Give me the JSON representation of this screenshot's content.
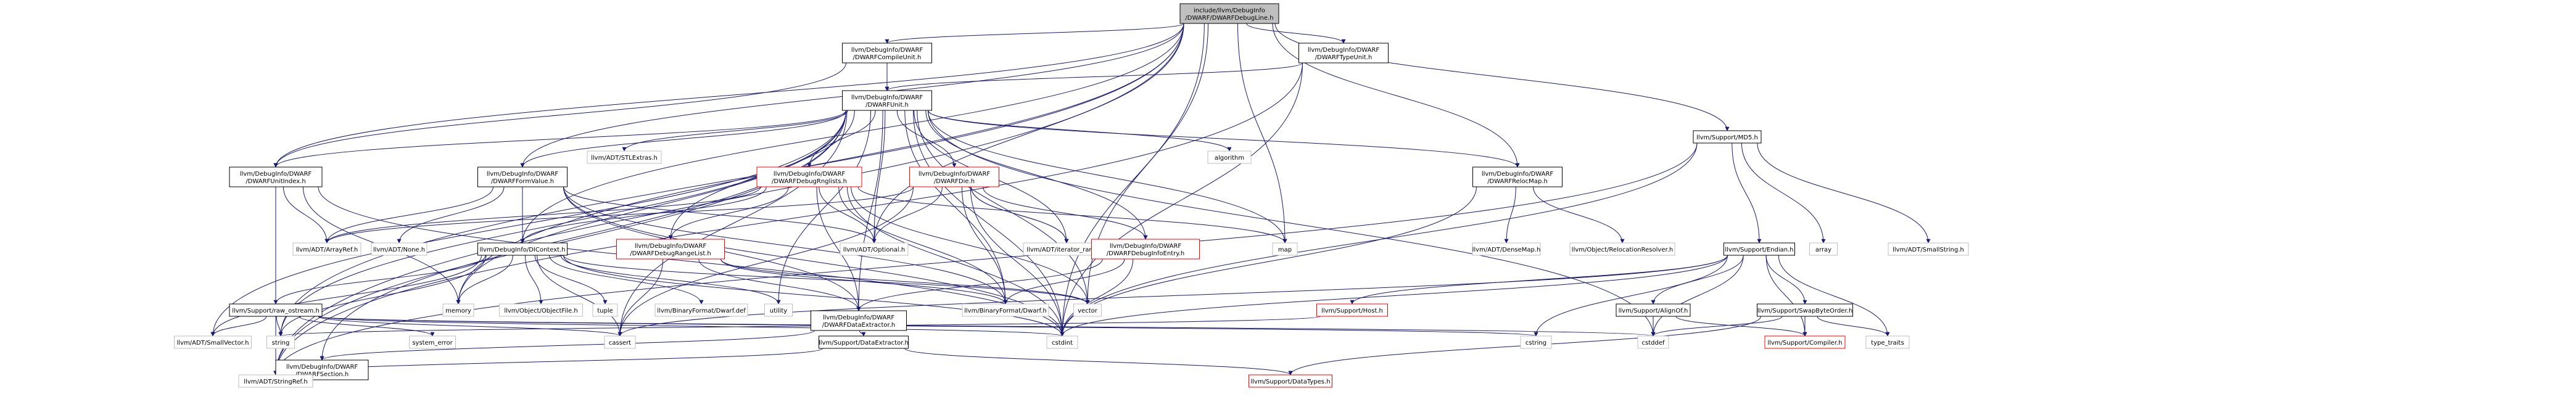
{
  "colors": {
    "edge": "#191970",
    "normal_border": "#000000",
    "missing_border": "#ff0000",
    "root_fill": "#bfbfbf",
    "leaf_border": "#bfbfbf",
    "text": "#000000"
  },
  "nodes": [
    {
      "id": "root",
      "lines": [
        "include/llvm/DebugInfo",
        "/DWARF/DWARFDebugLine.h"
      ],
      "kind": "root"
    },
    {
      "id": "compileunit",
      "lines": [
        "llvm/DebugInfo/DWARF",
        "/DWARFCompileUnit.h"
      ],
      "kind": "normal"
    },
    {
      "id": "typeunit",
      "lines": [
        "llvm/DebugInfo/DWARF",
        "/DWARFTypeUnit.h"
      ],
      "kind": "normal"
    },
    {
      "id": "unit",
      "lines": [
        "llvm/DebugInfo/DWARF",
        "/DWARFUnit.h"
      ],
      "kind": "normal"
    },
    {
      "id": "mdsh",
      "lines": [
        "llvm/Support/MD5.h"
      ],
      "kind": "normal"
    },
    {
      "id": "unitindex",
      "lines": [
        "llvm/DebugInfo/DWARF",
        "/DWARFUnitIndex.h"
      ],
      "kind": "normal"
    },
    {
      "id": "formvalue",
      "lines": [
        "llvm/DebugInfo/DWARF",
        "/DWARFFormValue.h"
      ],
      "kind": "normal"
    },
    {
      "id": "stlextras",
      "lines": [
        "llvm/ADT/STLExtras.h"
      ],
      "kind": "leaf"
    },
    {
      "id": "rnglists",
      "lines": [
        "llvm/DebugInfo/DWARF",
        "/DWARFDebugRnglists.h"
      ],
      "kind": "missing"
    },
    {
      "id": "die",
      "lines": [
        "llvm/DebugInfo/DWARF",
        "/DWARFDie.h"
      ],
      "kind": "missing"
    },
    {
      "id": "algorithm",
      "lines": [
        "algorithm"
      ],
      "kind": "leaf"
    },
    {
      "id": "relocmap",
      "lines": [
        "llvm/DebugInfo/DWARF",
        "/DWARFRelocMap.h"
      ],
      "kind": "normal"
    },
    {
      "id": "arrayref",
      "lines": [
        "llvm/ADT/ArrayRef.h"
      ],
      "kind": "leaf"
    },
    {
      "id": "none",
      "lines": [
        "llvm/ADT/None.h"
      ],
      "kind": "leaf"
    },
    {
      "id": "dicontext",
      "lines": [
        "llvm/DebugInfo/DIContext.h"
      ],
      "kind": "normal"
    },
    {
      "id": "optional",
      "lines": [
        "llvm/ADT/Optional.h"
      ],
      "kind": "leaf"
    },
    {
      "id": "rangelist",
      "lines": [
        "llvm/DebugInfo/DWARF",
        "/DWARFDebugRangeList.h"
      ],
      "kind": "missing"
    },
    {
      "id": "iterrange",
      "lines": [
        "llvm/ADT/iterator_range.h"
      ],
      "kind": "leaf"
    },
    {
      "id": "infoentry",
      "lines": [
        "llvm/DebugInfo/DWARF",
        "/DWARFDebugInfoEntry.h"
      ],
      "kind": "missing"
    },
    {
      "id": "map",
      "lines": [
        "map"
      ],
      "kind": "leaf"
    },
    {
      "id": "densemap",
      "lines": [
        "llvm/ADT/DenseMap.h"
      ],
      "kind": "leaf"
    },
    {
      "id": "relocresolver",
      "lines": [
        "llvm/Object/RelocationResolver.h"
      ],
      "kind": "leaf"
    },
    {
      "id": "endian",
      "lines": [
        "llvm/Support/Endian.h"
      ],
      "kind": "normal"
    },
    {
      "id": "array",
      "lines": [
        "array"
      ],
      "kind": "leaf"
    },
    {
      "id": "smallstring",
      "lines": [
        "llvm/ADT/SmallString.h"
      ],
      "kind": "leaf"
    },
    {
      "id": "rawostream",
      "lines": [
        "llvm/Support/raw_ostream.h"
      ],
      "kind": "normal"
    },
    {
      "id": "memory",
      "lines": [
        "memory"
      ],
      "kind": "leaf"
    },
    {
      "id": "objectfile",
      "lines": [
        "llvm/Object/ObjectFile.h"
      ],
      "kind": "leaf"
    },
    {
      "id": "tuple",
      "lines": [
        "tuple"
      ],
      "kind": "leaf"
    },
    {
      "id": "dwarfdef",
      "lines": [
        "llvm/BinaryFormat/Dwarf.def"
      ],
      "kind": "leaf"
    },
    {
      "id": "utility",
      "lines": [
        "utility"
      ],
      "kind": "leaf"
    },
    {
      "id": "dataextractor",
      "lines": [
        "llvm/DebugInfo/DWARF",
        "/DWARFDataExtractor.h"
      ],
      "kind": "normal"
    },
    {
      "id": "dwarfh",
      "lines": [
        "llvm/BinaryFormat/Dwarf.h"
      ],
      "kind": "leaf"
    },
    {
      "id": "vector",
      "lines": [
        "vector"
      ],
      "kind": "leaf"
    },
    {
      "id": "host",
      "lines": [
        "llvm/Support/Host.h"
      ],
      "kind": "missing"
    },
    {
      "id": "alignof",
      "lines": [
        "llvm/Support/AlignOf.h"
      ],
      "kind": "normal"
    },
    {
      "id": "swapbyteorder",
      "lines": [
        "llvm/Support/SwapByteOrder.h"
      ],
      "kind": "normal"
    },
    {
      "id": "smallvector",
      "lines": [
        "llvm/ADT/SmallVector.h"
      ],
      "kind": "leaf"
    },
    {
      "id": "string",
      "lines": [
        "string"
      ],
      "kind": "leaf"
    },
    {
      "id": "systemerror",
      "lines": [
        "system_error"
      ],
      "kind": "leaf"
    },
    {
      "id": "section",
      "lines": [
        "llvm/DebugInfo/DWARF",
        "/DWARFSection.h"
      ],
      "kind": "normal"
    },
    {
      "id": "cassert",
      "lines": [
        "cassert"
      ],
      "kind": "leaf"
    },
    {
      "id": "supportdataextractor",
      "lines": [
        "llvm/Support/DataExtractor.h"
      ],
      "kind": "normal"
    },
    {
      "id": "cstdint",
      "lines": [
        "cstdint"
      ],
      "kind": "leaf"
    },
    {
      "id": "cstring",
      "lines": [
        "cstring"
      ],
      "kind": "leaf"
    },
    {
      "id": "cstddef",
      "lines": [
        "cstddef"
      ],
      "kind": "leaf"
    },
    {
      "id": "compiler",
      "lines": [
        "llvm/Support/Compiler.h"
      ],
      "kind": "missing"
    },
    {
      "id": "typetraits",
      "lines": [
        "type_traits"
      ],
      "kind": "leaf"
    },
    {
      "id": "stringref",
      "lines": [
        "llvm/ADT/StringRef.h"
      ],
      "kind": "leaf"
    },
    {
      "id": "datatypes",
      "lines": [
        "llvm/Support/DataTypes.h"
      ],
      "kind": "missing"
    }
  ],
  "edges": [
    [
      "root",
      "compileunit"
    ],
    [
      "root",
      "typeunit"
    ],
    [
      "root",
      "mdsh"
    ],
    [
      "root",
      "unitindex"
    ],
    [
      "root",
      "formvalue"
    ],
    [
      "root",
      "relocmap"
    ],
    [
      "root",
      "dicontext"
    ],
    [
      "root",
      "optional"
    ],
    [
      "root",
      "map"
    ],
    [
      "root",
      "vector"
    ],
    [
      "root",
      "cstdint"
    ],
    [
      "root",
      "string"
    ],
    [
      "root",
      "stringref"
    ],
    [
      "root",
      "memory"
    ],
    [
      "compileunit",
      "unit"
    ],
    [
      "compileunit",
      "unitindex"
    ],
    [
      "typeunit",
      "unit"
    ],
    [
      "typeunit",
      "cstdint"
    ],
    [
      "typeunit",
      "stringref"
    ],
    [
      "unit",
      "unitindex"
    ],
    [
      "unit",
      "formvalue"
    ],
    [
      "unit",
      "stlextras"
    ],
    [
      "unit",
      "rnglists"
    ],
    [
      "unit",
      "die"
    ],
    [
      "unit",
      "algorithm"
    ],
    [
      "unit",
      "relocmap"
    ],
    [
      "unit",
      "optional"
    ],
    [
      "unit",
      "iterrange"
    ],
    [
      "unit",
      "infoentry"
    ],
    [
      "unit",
      "map"
    ],
    [
      "unit",
      "vector"
    ],
    [
      "unit",
      "cstdint"
    ],
    [
      "unit",
      "cstddef"
    ],
    [
      "unit",
      "memory"
    ],
    [
      "unit",
      "section"
    ],
    [
      "unit",
      "dataextractor"
    ],
    [
      "unit",
      "rangelist"
    ],
    [
      "unit",
      "dwarfh"
    ],
    [
      "unit",
      "stringref"
    ],
    [
      "unit",
      "smallvector"
    ],
    [
      "unit",
      "cassert"
    ],
    [
      "unit",
      "utility"
    ],
    [
      "unit",
      "string"
    ],
    [
      "unitindex",
      "arrayref"
    ],
    [
      "unitindex",
      "stringref"
    ],
    [
      "unitindex",
      "memory"
    ],
    [
      "unitindex",
      "cstdint"
    ],
    [
      "formvalue",
      "arrayref"
    ],
    [
      "formvalue",
      "none"
    ],
    [
      "formvalue",
      "optional"
    ],
    [
      "formvalue",
      "dicontext"
    ],
    [
      "formvalue",
      "dataextractor"
    ],
    [
      "formvalue",
      "dwarfh"
    ],
    [
      "formvalue",
      "cstdint"
    ],
    [
      "rnglists",
      "dicontext"
    ],
    [
      "rnglists",
      "rangelist"
    ],
    [
      "rnglists",
      "dataextractor"
    ],
    [
      "rnglists",
      "dwarfh"
    ],
    [
      "rnglists",
      "optional"
    ],
    [
      "rnglists",
      "map"
    ],
    [
      "rnglists",
      "vector"
    ],
    [
      "rnglists",
      "cstdint"
    ],
    [
      "rnglists",
      "arrayref"
    ],
    [
      "die",
      "arrayref"
    ],
    [
      "die",
      "optional"
    ],
    [
      "die",
      "iterrange"
    ],
    [
      "die",
      "infoentry"
    ],
    [
      "die",
      "dwarfh"
    ],
    [
      "die",
      "cassert"
    ],
    [
      "die",
      "cstdint"
    ],
    [
      "die",
      "iterrange"
    ],
    [
      "relocmap",
      "densemap"
    ],
    [
      "relocmap",
      "relocresolver"
    ],
    [
      "relocmap",
      "cstdint"
    ],
    [
      "dicontext",
      "rawostream"
    ],
    [
      "dicontext",
      "memory"
    ],
    [
      "dicontext",
      "objectfile"
    ],
    [
      "dicontext",
      "tuple"
    ],
    [
      "dicontext",
      "dwarfdef"
    ],
    [
      "dicontext",
      "utility"
    ],
    [
      "dicontext",
      "cassert"
    ],
    [
      "dicontext",
      "cstdint"
    ],
    [
      "dicontext",
      "string"
    ],
    [
      "dicontext",
      "smallvector"
    ],
    [
      "dicontext",
      "vector"
    ],
    [
      "rangelist",
      "dataextractor"
    ],
    [
      "rangelist",
      "dwarfh"
    ],
    [
      "rangelist",
      "vector"
    ],
    [
      "rangelist",
      "cassert"
    ],
    [
      "infoentry",
      "dataextractor"
    ],
    [
      "infoentry",
      "dwarfh"
    ],
    [
      "infoentry",
      "cstdint"
    ],
    [
      "mdsh",
      "endian"
    ],
    [
      "mdsh",
      "array"
    ],
    [
      "mdsh",
      "smallstring"
    ],
    [
      "mdsh",
      "stringref"
    ],
    [
      "mdsh",
      "cstdint"
    ],
    [
      "endian",
      "host"
    ],
    [
      "endian",
      "alignof"
    ],
    [
      "endian",
      "swapbyteorder"
    ],
    [
      "endian",
      "compiler"
    ],
    [
      "endian",
      "cassert"
    ],
    [
      "endian",
      "cstddef"
    ],
    [
      "endian",
      "cstdint"
    ],
    [
      "endian",
      "cstring"
    ],
    [
      "endian",
      "typetraits"
    ],
    [
      "rawostream",
      "smallvector"
    ],
    [
      "rawostream",
      "stringref"
    ],
    [
      "rawostream",
      "cassert"
    ],
    [
      "rawostream",
      "cstddef"
    ],
    [
      "rawostream",
      "cstdint"
    ],
    [
      "rawostream",
      "cstring"
    ],
    [
      "rawostream",
      "string"
    ],
    [
      "rawostream",
      "systemerror"
    ],
    [
      "dataextractor",
      "supportdataextractor"
    ],
    [
      "dataextractor",
      "section"
    ],
    [
      "supportdataextractor",
      "stringref"
    ],
    [
      "supportdataextractor",
      "datatypes"
    ],
    [
      "alignof",
      "compiler"
    ],
    [
      "alignof",
      "cstddef"
    ],
    [
      "swapbyteorder",
      "compiler"
    ],
    [
      "swapbyteorder",
      "datatypes"
    ],
    [
      "swapbyteorder",
      "cstddef"
    ],
    [
      "swapbyteorder",
      "typetraits"
    ],
    [
      "section",
      "stringref"
    ],
    [
      "host",
      "string"
    ]
  ]
}
